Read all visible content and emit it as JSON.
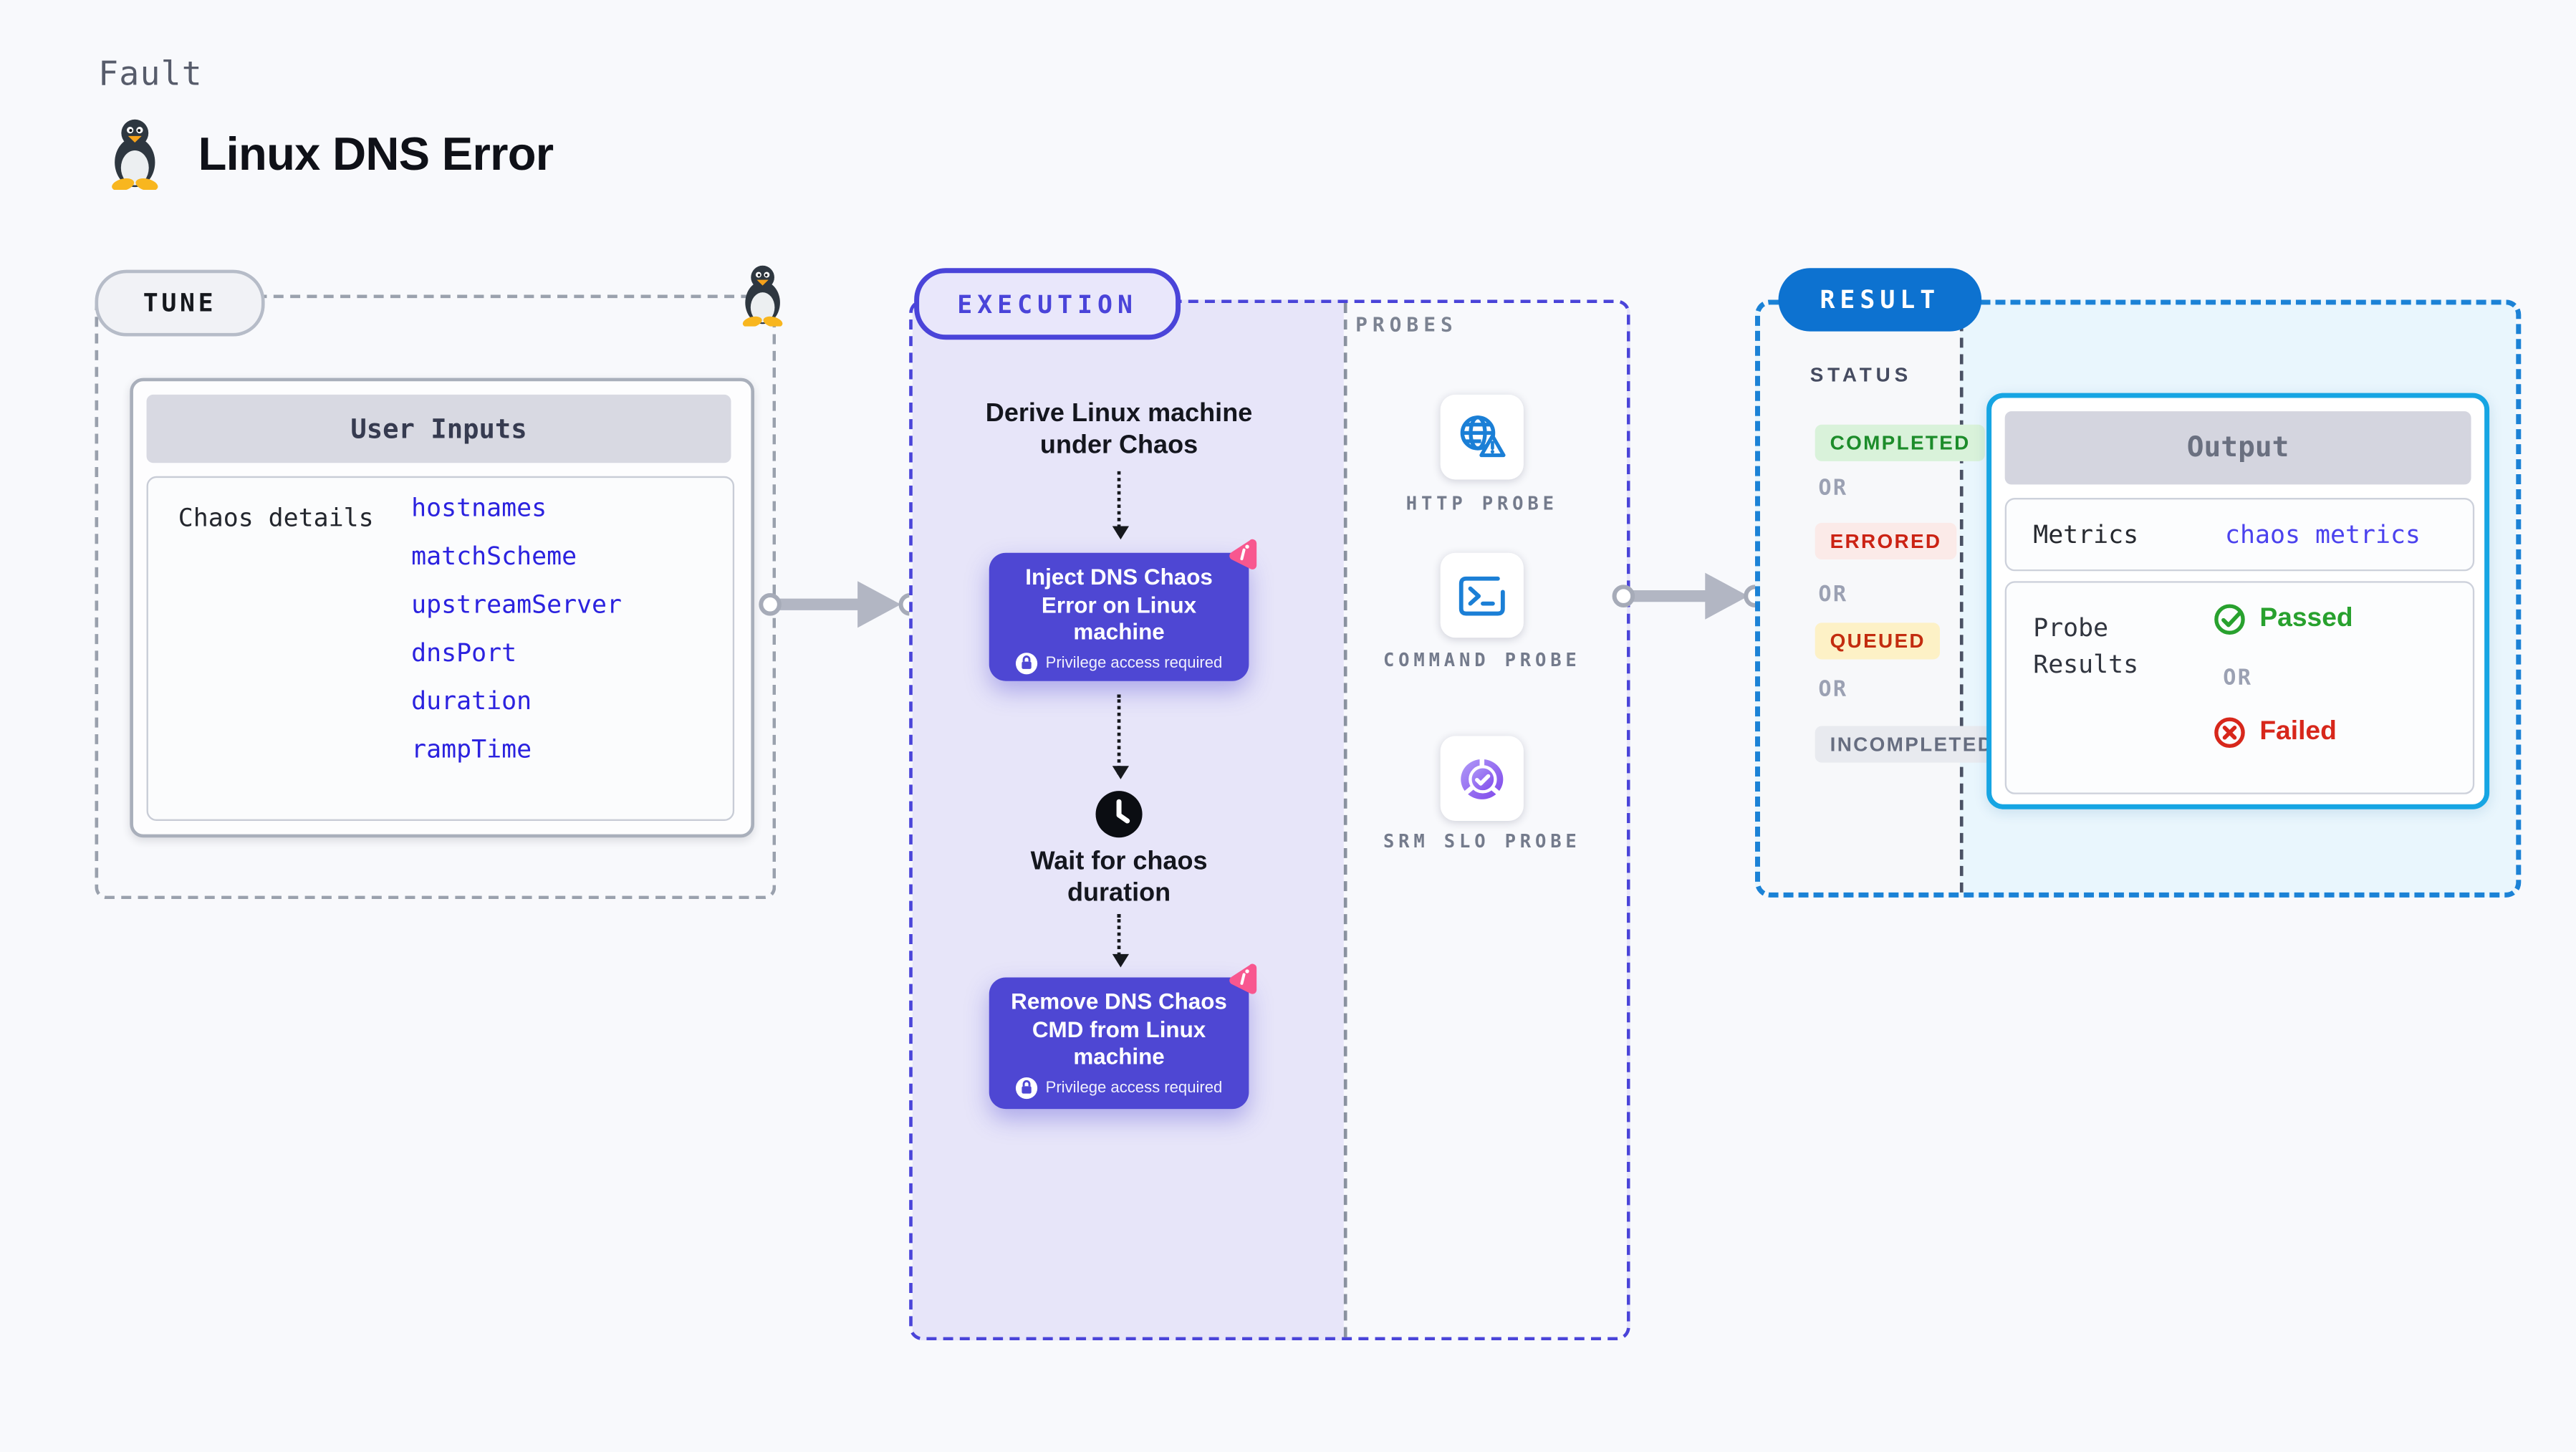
{
  "page": {
    "kind_label": "Fault",
    "title": "Linux DNS Error"
  },
  "tune": {
    "badge": "TUNE",
    "card_header": "User Inputs",
    "row_label": "Chaos details",
    "inputs": [
      "hostnames",
      "matchScheme",
      "upstreamServer",
      "dnsPort",
      "duration",
      "rampTime"
    ],
    "link_color": "#2b22df"
  },
  "execution": {
    "badge": "EXECUTION",
    "accent_color": "#4a44d9",
    "panel_color": "#e7e5f9",
    "node_color": "#4e47d3",
    "derive_step": "Derive Linux machine under Chaos",
    "inject_node": {
      "title": "Inject DNS Chaos Error on Linux machine",
      "privilege": "Privilege access required"
    },
    "wait_step": "Wait for chaos duration",
    "remove_node": {
      "title": "Remove DNS Chaos CMD from Linux machine",
      "privilege": "Privilege access required"
    }
  },
  "probes": {
    "heading": "PROBES",
    "items": [
      {
        "label": "HTTP PROBE",
        "icon": "globe-alert-icon"
      },
      {
        "label": "COMMAND PROBE",
        "icon": "terminal-icon"
      },
      {
        "label": "SRM SLO PROBE",
        "icon": "slo-donut-icon"
      }
    ],
    "icon_blue": "#1b7fd6",
    "icon_purple": "#8b5cf6"
  },
  "result": {
    "badge": "RESULT",
    "badge_color": "#0d72d0",
    "border_color": "#1b82d6",
    "panel_color": "#e9f6fd",
    "status_heading": "STATUS",
    "or_label": "OR",
    "statuses": [
      {
        "label": "COMPLETED",
        "fg": "#1c8c2a",
        "bg": "#d9f2da"
      },
      {
        "label": "ERRORED",
        "fg": "#cb2213",
        "bg": "#fbeae8"
      },
      {
        "label": "QUEUED",
        "fg": "#c32c0f",
        "bg": "#fdf1c6"
      },
      {
        "label": "INCOMPLETED",
        "fg": "#666d80",
        "bg": "#e8eaef"
      }
    ],
    "output": {
      "header": "Output",
      "metrics_label": "Metrics",
      "metrics_value": "chaos metrics",
      "probe_results_label": "Probe Results",
      "passed": "Passed",
      "failed": "Failed",
      "passed_color": "#28a12e",
      "failed_color": "#d7271b"
    }
  }
}
